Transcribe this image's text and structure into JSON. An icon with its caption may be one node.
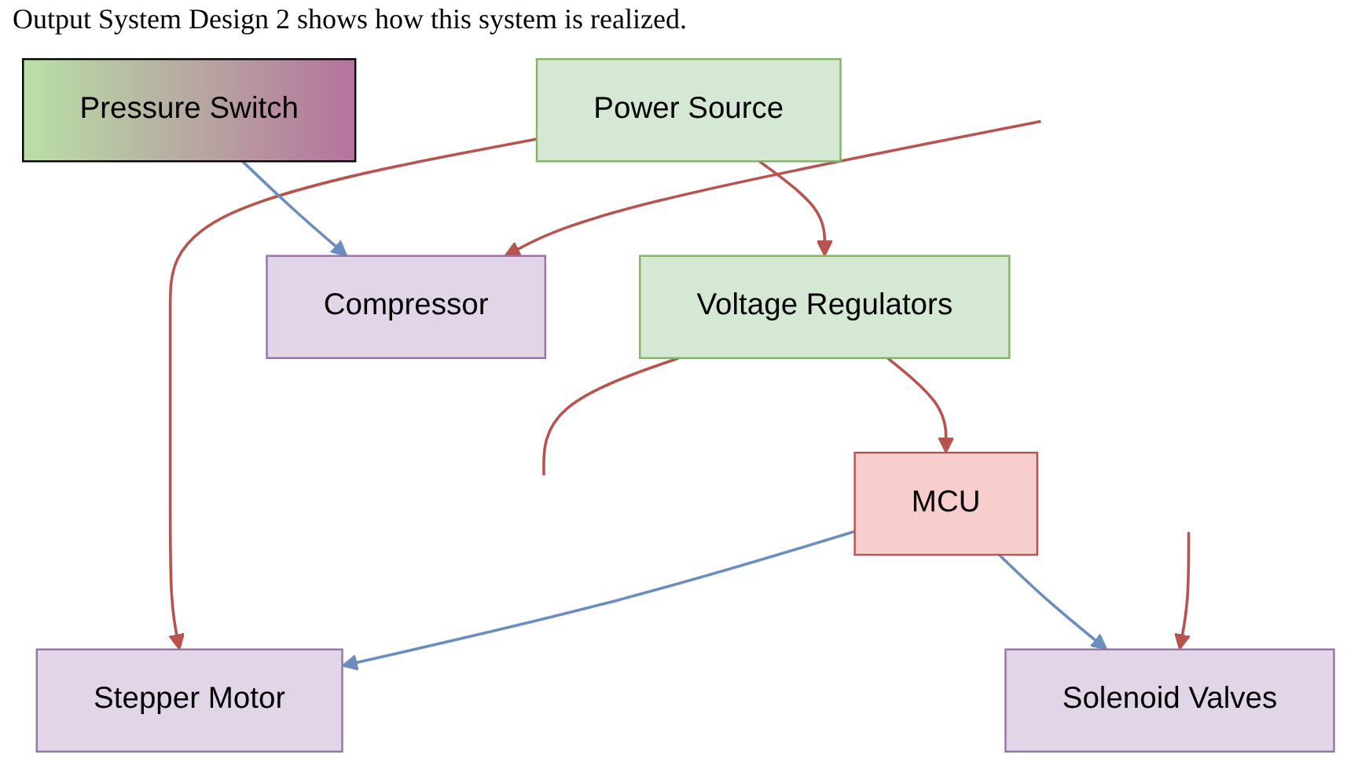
{
  "diagram": {
    "nodes": [
      {
        "text": [
          "Power Source"
        ]
      },
      {
        "text": [
          "Voltage Regulators"
        ]
      },
      {
        "text": [
          "Stepper Motor"
        ]
      },
      {
        "text": [
          "MCU"
        ]
      },
      {
        "text": [
          "Solenoid Valves"
        ]
      },
      {
        "text": [
          "Pressure Switch"
        ]
      },
      {
        "text": [
          "Compressor"
        ]
      }
    ],
    "edges": [
      {
        "from": 0,
        "to": 1,
        "arrow": "to"
      },
      {
        "from": 0,
        "to": 2,
        "arrow": "to"
      },
      {
        "from": 1,
        "to": 3,
        "arrow": "to"
      },
      {
        "from": 1,
        "to": null,
        "arrow": "none"
      },
      {
        "from": 3,
        "to": 2,
        "arrow": "to",
        "color": "#6c8ebf"
      },
      {
        "from": 3,
        "to": 4,
        "arrow": "to",
        "color": "#6c8ebf"
      },
      {
        "from": null,
        "to": 4,
        "arrow": "to"
      },
      {
        "from": 5,
        "to": 6,
        "arrow": "to",
        "color": "#6c8ebf"
      },
      {
        "from": null,
        "to": 6,
        "arrow": "to"
      }
    ],
    "labels": [
      "Output System Design 2 shows how this system is realized."
    ]
  }
}
